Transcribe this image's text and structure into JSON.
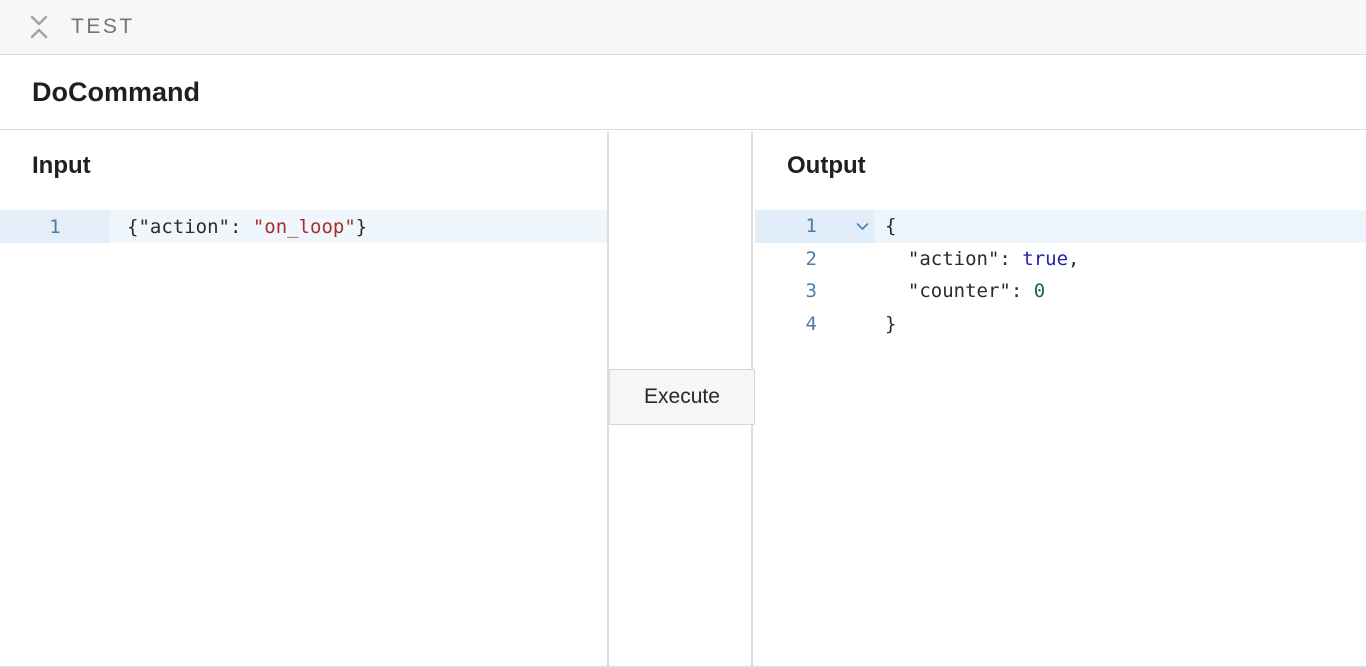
{
  "panel": {
    "title": "TEST",
    "collapse_icon": "collapse-vertical-icon"
  },
  "command": {
    "title": "DoCommand"
  },
  "input": {
    "heading": "Input",
    "editor": {
      "lines": [
        {
          "number": "1",
          "active": true,
          "fold": false,
          "tokens": [
            {
              "type": "plain",
              "text": "{\"action\": "
            },
            {
              "type": "string",
              "text": "\"on_loop\""
            },
            {
              "type": "plain",
              "text": "}"
            }
          ]
        }
      ]
    }
  },
  "execute": {
    "label": "Execute"
  },
  "output": {
    "heading": "Output",
    "editor": {
      "lines": [
        {
          "number": "1",
          "active": true,
          "fold": true,
          "tokens": [
            {
              "type": "plain",
              "text": "{"
            }
          ]
        },
        {
          "number": "2",
          "active": false,
          "fold": false,
          "tokens": [
            {
              "type": "plain",
              "text": "  \"action\": "
            },
            {
              "type": "atom",
              "text": "true"
            },
            {
              "type": "plain",
              "text": ","
            }
          ]
        },
        {
          "number": "3",
          "active": false,
          "fold": false,
          "tokens": [
            {
              "type": "plain",
              "text": "  \"counter\": "
            },
            {
              "type": "number",
              "text": "0"
            }
          ]
        },
        {
          "number": "4",
          "active": false,
          "fold": false,
          "tokens": [
            {
              "type": "plain",
              "text": "}"
            }
          ]
        }
      ]
    }
  },
  "colors": {
    "plain": "#2b2b2f",
    "string": "#a5312a",
    "atom": "#2521aa",
    "number": "#1d6b3c",
    "line_number": "#4f7ca6",
    "fold_icon": "#4e81ad",
    "active_line_bg": "#eff7fd",
    "active_gutter_bg": "#e3eef8",
    "divider": "#dddde0",
    "topbar_bg": "#f7f7f8",
    "button_bg": "#f6f6f6"
  }
}
